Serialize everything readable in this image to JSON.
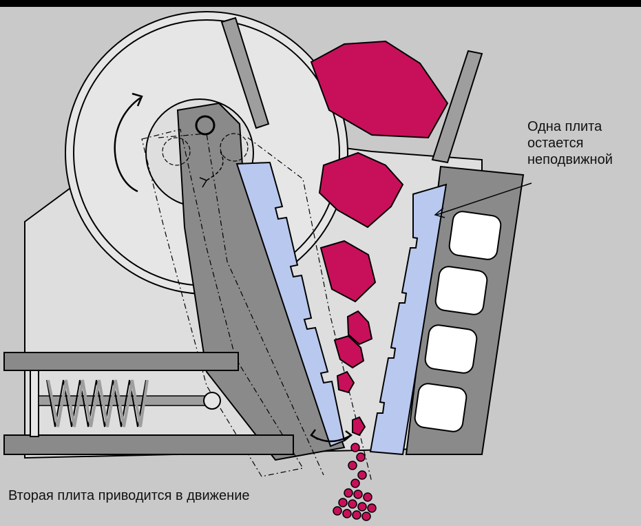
{
  "labels": {
    "fixed_plate": [
      "Одна плита",
      "остается",
      "неподвижной"
    ],
    "moving_plate": "Вторая плита приводится в движение"
  },
  "colors": {
    "background": "#c9c9c9",
    "housing": "#dedede",
    "jaw_frame": "#8a8a8a",
    "liner": "#b9c8ef",
    "rock": "#c8105a",
    "outline": "#000000"
  },
  "icons": {
    "rotation_arrow": "curved-arrow-icon",
    "jaw_motion_arrow": "double-arrow-icon"
  }
}
